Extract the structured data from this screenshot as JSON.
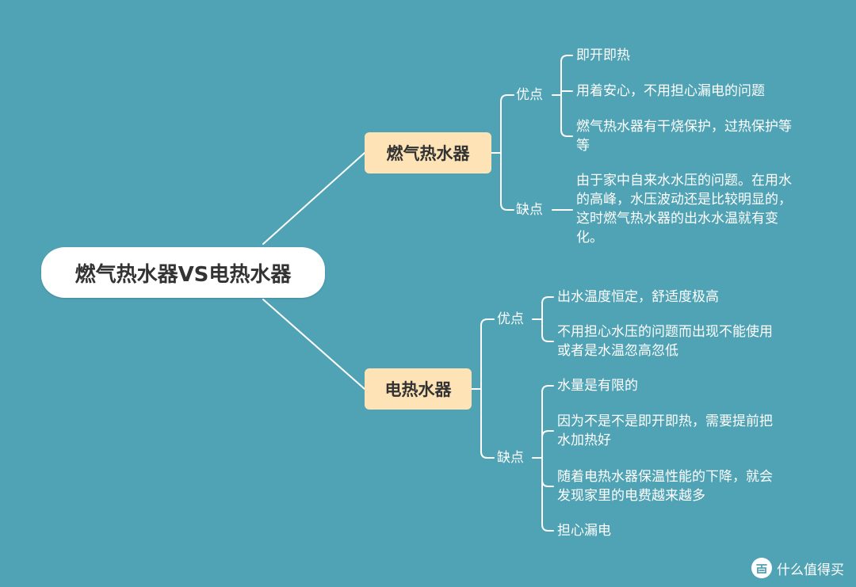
{
  "root": {
    "label": "燃气热水器VS电热水器"
  },
  "branches": [
    {
      "label": "燃气热水器",
      "pros": {
        "label": "优点",
        "items": [
          [
            "即开即热"
          ],
          [
            "用着安心，不用担心漏电的问题"
          ],
          [
            "燃气热水器有干烧保护，过热保护等",
            "等"
          ]
        ]
      },
      "cons": {
        "label": "缺点",
        "items": [
          [
            "由于家中自来水水压的问题。在用水",
            "的高峰，水压波动还是比较明显的，",
            "这时燃气热水器的出水水温就有变",
            "化。"
          ]
        ]
      }
    },
    {
      "label": "电热水器",
      "pros": {
        "label": "优点",
        "items": [
          [
            "出水温度恒定，舒适度极高"
          ],
          [
            "不用担心水压的问题而出现不能使用",
            "或者是水温忽高忽低"
          ]
        ]
      },
      "cons": {
        "label": "缺点",
        "items": [
          [
            "水量是有限的"
          ],
          [
            "因为不是不是即开即热，需要提前把",
            "水加热好"
          ],
          [
            "随着电热水器保温性能的下降，就会",
            "发现家里的电费越来越多"
          ],
          [
            "担心漏电"
          ]
        ]
      }
    }
  ],
  "watermark": {
    "text": "什么值得买",
    "icon": "zhi-logo-icon"
  },
  "colors": {
    "background": "#4fa3b4",
    "main_node": "#fde3b5",
    "root_node": "#ffffff",
    "lines": "#ffffff"
  }
}
